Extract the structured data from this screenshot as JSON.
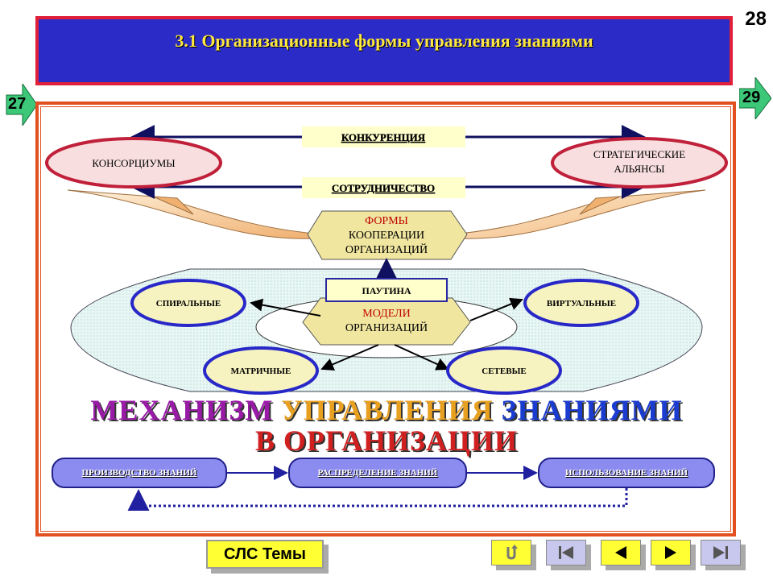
{
  "page_number": "28",
  "title": "3.1  Организационные формы управления знаниями",
  "nav": {
    "prev": "27",
    "next": "29"
  },
  "diagram": {
    "competition": "КОНКУРЕНЦИЯ",
    "cooperation": "СОТРУДНИЧЕСТВО",
    "consortiums": "КОНСОРЦИУМЫ",
    "alliances_line1": "СТРАТЕГИЧЕСКИЕ",
    "alliances_line2": "АЛЬЯНСЫ",
    "forms_line1": "ФОРМЫ",
    "forms_line2": "КООПЕРАЦИИ",
    "forms_line3": "ОРГАНИЗАЦИЙ",
    "web": "ПАУТИНА",
    "models_line1": "МОДЕЛИ",
    "models_line2": "ОРГАНИЗАЦИЙ",
    "spiral": "СПИРАЛЬНЫЕ",
    "virtual": "ВИРТУАЛЬНЫЕ",
    "matrix": "МАТРИЧНЫЕ",
    "network": "СЕТЕВЫЕ"
  },
  "mechanism": {
    "line1": [
      "МЕХАНИЗМ",
      "УПРАВЛЕНИЯ",
      "ЗНАНИЯМИ"
    ],
    "line2": [
      "В",
      "ОРГАНИЗАЦИИ"
    ]
  },
  "process": {
    "production": "ПРОИЗВОДСТВО ЗНАНИЙ",
    "distribution": "РАСПРЕДЕЛЕНИЕ  ЗНАНИЙ",
    "usage": "ИСПОЛЬЗОВАНИЕ  ЗНАНИЙ"
  },
  "footer": {
    "topics_button": "СЛС Темы"
  },
  "colors": {
    "title_bg": "#2b2bc8",
    "title_border": "#e0203a",
    "title_text": "#ffe840",
    "frame": "#e25020",
    "nav_green": "#3cc878",
    "ellipse_pink": "#f8dede",
    "ellipse_red": "#c0203a",
    "circle_blue": "#2828c8",
    "hex_fill": "#f0e6a0",
    "label_bg": "#ffffcc",
    "process_fill": "#8c8cf0"
  },
  "icons": {
    "return": "return-icon",
    "first": "first-slide-icon",
    "prev": "previous-slide-icon",
    "next": "next-slide-icon",
    "last": "last-slide-icon"
  }
}
